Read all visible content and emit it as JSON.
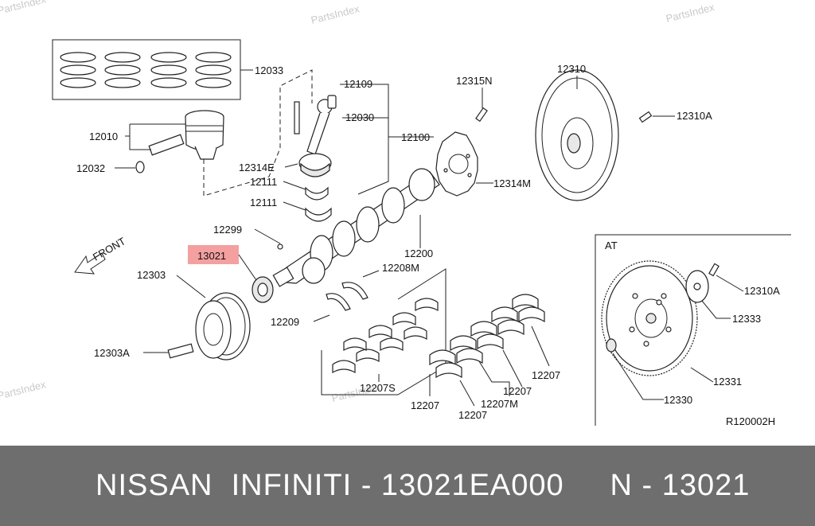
{
  "watermarks": [
    "PartsIndex",
    "PartsIndex",
    "PartsIndex",
    "PartsIndex",
    "PartsIndex"
  ],
  "direction_label": "FRONT",
  "at_label": "AT",
  "diagram_code": "R120002H",
  "highlight_color": "#f4a0a0",
  "footer_bg": "#6e6e6e",
  "parts": {
    "p12033": "12033",
    "p12010": "12010",
    "p12032": "12032",
    "p12109": "12109",
    "p12030": "12030",
    "p12100": "12100",
    "p12314E": "12314E",
    "p12111a": "12111",
    "p12111b": "12111",
    "p12315N": "12315N",
    "p12314M": "12314M",
    "p12310": "12310",
    "p12310A_top": "12310A",
    "p12299": "12299",
    "p13021": "13021",
    "p12200": "12200",
    "p12303": "12303",
    "p12208M": "12208M",
    "p12209": "12209",
    "p12303A": "12303A",
    "p12207S": "12207S",
    "p12207a": "12207",
    "p12207b": "12207",
    "p12207c": "12207",
    "p12207d": "12207",
    "p12207M": "12207M",
    "p12310A_at": "12310A",
    "p12333": "12333",
    "p12331": "12331",
    "p12330": "12330"
  },
  "footer": {
    "brand": "NISSAN  INFINITI",
    "separator": " - ",
    "part_number": "13021EA000",
    "suffix": "     N - 13021"
  }
}
